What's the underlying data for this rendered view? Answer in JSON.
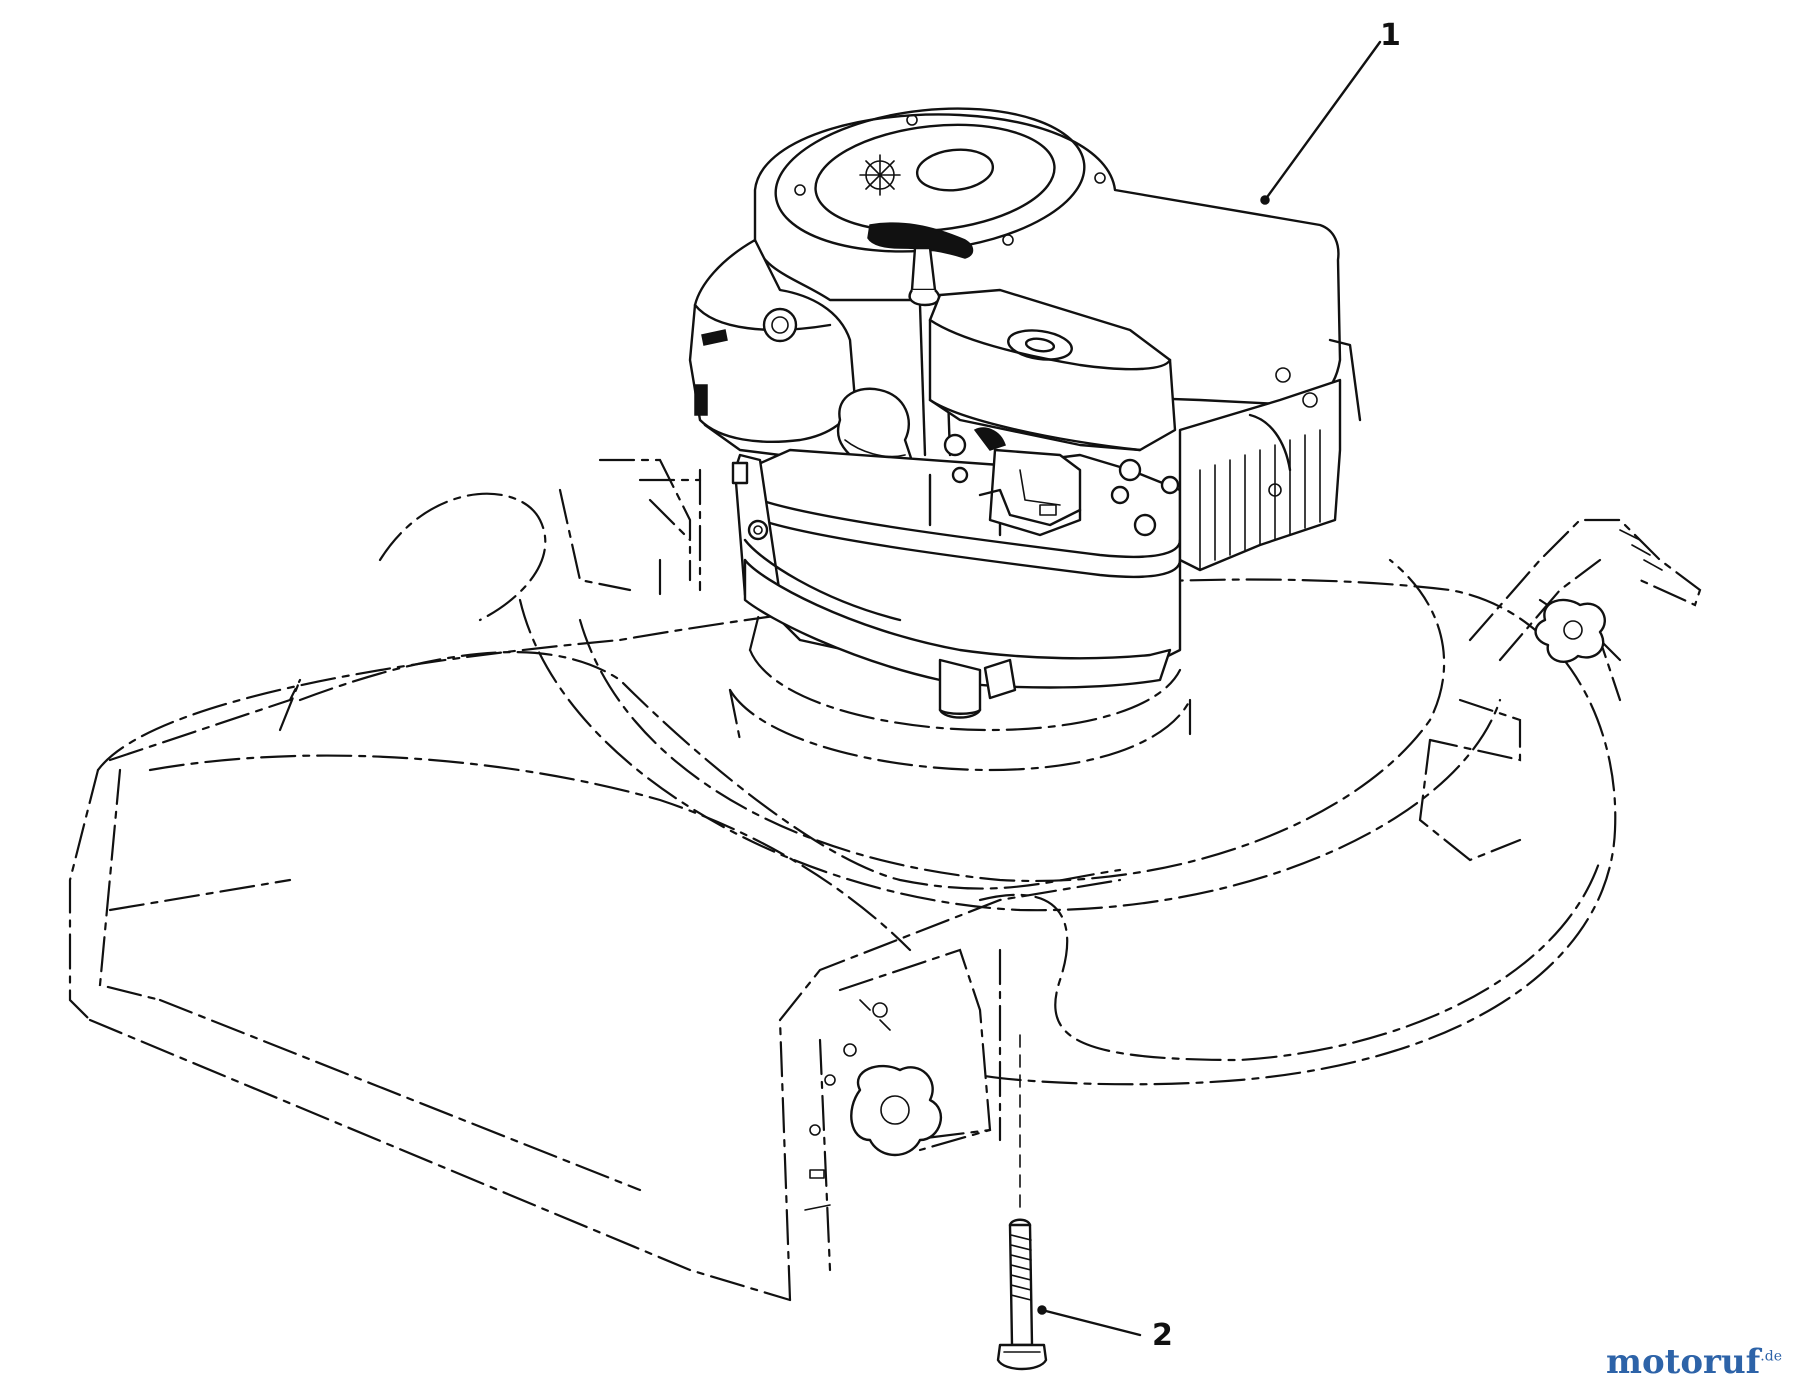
{
  "callouts": [
    {
      "number": "1",
      "part": "engine"
    },
    {
      "number": "2",
      "part": "bolt"
    }
  ],
  "watermark": {
    "text": "motoruf",
    "tld": ".de",
    "color": "#2d63a8"
  },
  "colors": {
    "ink": "#111111",
    "background": "#ffffff"
  }
}
